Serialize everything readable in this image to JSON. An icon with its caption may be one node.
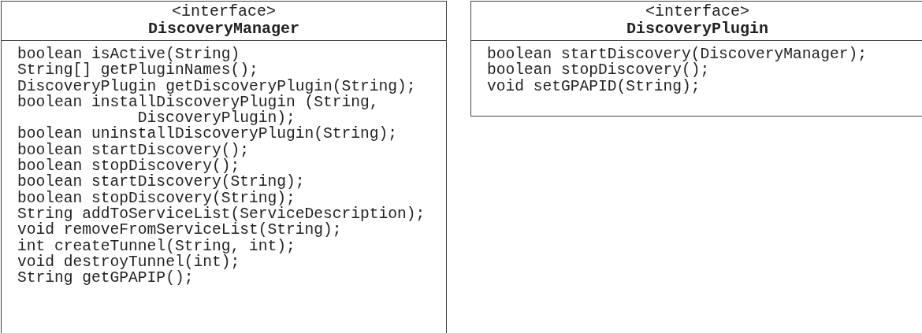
{
  "diagram": {
    "nodes": [
      {
        "text": [
          "<interface>",
          "DiscoveryManager",
          "boolean isActive(String)",
          "String[] getPluginNames();",
          "DiscoveryPlugin getDiscoveryPlugin(String);",
          "boolean installDiscoveryPlugin (String, DiscoveryPlugin);",
          "boolean uninstallDiscoveryPlugin(String);",
          "boolean startDiscovery();",
          "boolean stopDiscovery();",
          "boolean startDiscovery(String);",
          "boolean stopDiscovery(String);",
          "String addToServiceList(ServiceDescription);",
          "void removeFromServiceList(String);",
          "int createTunnel(String, int);",
          "void destroyTunnel(int);",
          "String getGPAPIP();"
        ]
      },
      {
        "text": [
          "<interface>",
          "DiscoveryPlugin",
          "boolean startDiscovery(DiscoveryManager);",
          "boolean stopDiscovery();",
          "void setGPAPID(String);"
        ]
      }
    ]
  }
}
